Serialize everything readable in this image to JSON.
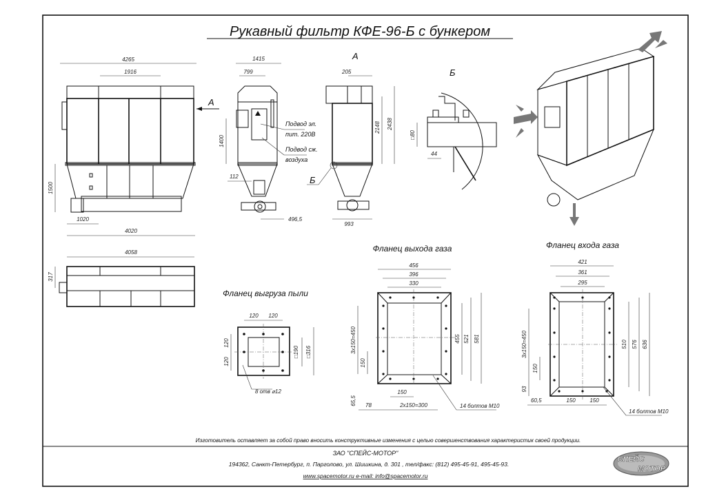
{
  "title": "Рукавный фильтр КФЕ-96-Б с бункером",
  "views": {
    "front": {
      "dims": [
        "4265",
        "1916",
        "4020",
        "1020",
        "1500"
      ],
      "section_mark": "А"
    },
    "side": {
      "dims": [
        "1415",
        "799",
        "1400",
        "112",
        "496,5"
      ],
      "notes": [
        "Подвод эл.",
        "пит. 220В",
        "Подвод сж.",
        "воздуха"
      ]
    },
    "view_a": {
      "label": "А",
      "dims": [
        "205",
        "2148",
        "2438",
        "993"
      ],
      "detail_mark": "Б"
    },
    "detail_b": {
      "label": "Б",
      "dims": [
        "□80",
        "44"
      ]
    },
    "plan": {
      "dims": [
        "4058",
        "317"
      ]
    }
  },
  "flanges": {
    "dust": {
      "title": "Фланец выгруза пыли",
      "dims": [
        "120",
        "120",
        "120",
        "120",
        "□190",
        "□316"
      ],
      "note": "8 отв ⌀12"
    },
    "outlet": {
      "title": "Фланец выхода газа",
      "dims": [
        "456",
        "396",
        "330",
        "455",
        "521",
        "581",
        "3x150=450",
        "150",
        "65,5",
        "78",
        "150",
        "2x150=300"
      ],
      "note": "14 болтов М10"
    },
    "inlet": {
      "title": "Фланец входа газа",
      "dims": [
        "421",
        "361",
        "295",
        "510",
        "576",
        "636",
        "3x150=450",
        "150",
        "93",
        "60,5",
        "150",
        "150"
      ],
      "note": "14 болтов М10"
    }
  },
  "footer": {
    "disclaimer": "Изготовитель оставляет за собой право вносить конструктивные изменения с целью совершенствования характеристик своей продукции.",
    "company": "ЗАО \"СПЕЙС-МОТОР\"",
    "address": "194362, Санкт-Петербург, п. Парголово, ул. Шишкина, д. 301 , тел/факс: (812) 495-45-91, 495-45-93.",
    "web": "www.spacemotor.ru   e-mail: info@spacemotor.ru",
    "logo": [
      "СПЕЙС",
      "МОТОР"
    ]
  },
  "colors": {
    "line": "#111111",
    "arrow": "#777777",
    "logo": "#8a8a8a"
  }
}
